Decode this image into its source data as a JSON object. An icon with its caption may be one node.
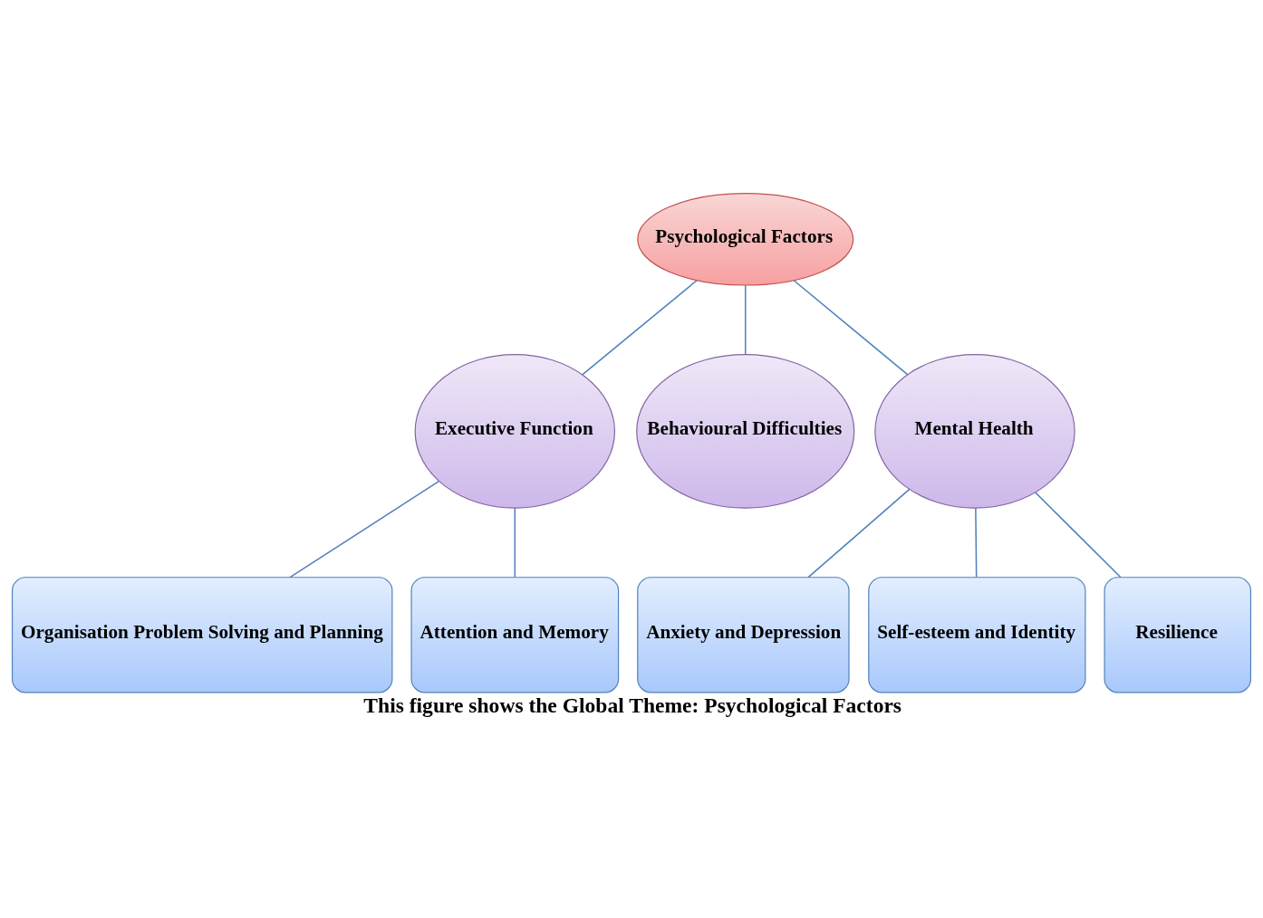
{
  "diagram": {
    "caption": "This figure shows the Global Theme: Psychological Factors",
    "nodes": [
      {
        "text": [
          "Psychological Factors"
        ]
      },
      {
        "text": [
          "Executive Function"
        ]
      },
      {
        "text": [
          "Behavioural Difficulties"
        ]
      },
      {
        "text": [
          "Mental Health"
        ]
      },
      {
        "text": [
          "Organisation Problem Solving and Planning"
        ]
      },
      {
        "text": [
          "Attention and Memory"
        ]
      },
      {
        "text": [
          "Anxiety and Depression"
        ]
      },
      {
        "text": [
          "Self-esteem and Identity"
        ]
      },
      {
        "text": [
          "Resilience"
        ]
      }
    ],
    "edges": [
      {
        "from": 0,
        "to": 1,
        "arrow": "none"
      },
      {
        "from": 0,
        "to": 2,
        "arrow": "none"
      },
      {
        "from": 0,
        "to": 3,
        "arrow": "none"
      },
      {
        "from": 1,
        "to": 4,
        "arrow": "none"
      },
      {
        "from": 1,
        "to": 5,
        "arrow": "none"
      },
      {
        "from": 3,
        "to": 6,
        "arrow": "none"
      },
      {
        "from": 3,
        "to": 7,
        "arrow": "none"
      },
      {
        "from": 3,
        "to": 8,
        "arrow": "none"
      }
    ]
  }
}
